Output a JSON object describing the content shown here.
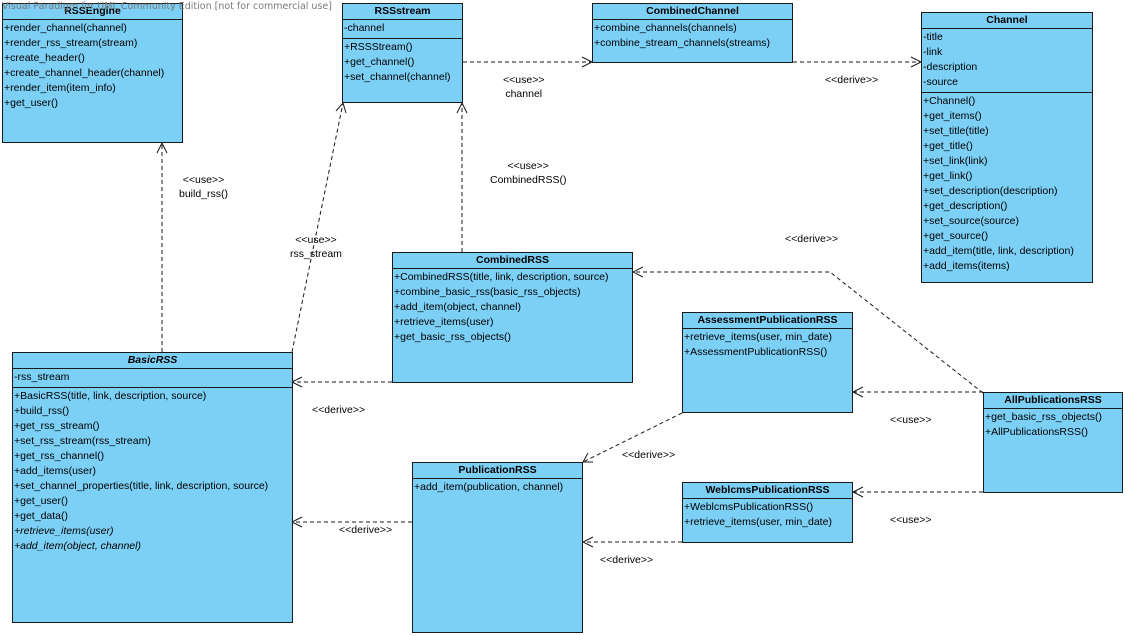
{
  "watermark": "Visual Paradigm for UML Community Edition [not for commercial use]",
  "classes": {
    "rssengine": {
      "name": "RSSEngine",
      "abstract": false,
      "attributes": [],
      "operations": [
        "+render_channel(channel)",
        "+render_rss_stream(stream)",
        "+create_header()",
        "+create_channel_header(channel)",
        "+render_item(item_info)",
        "+get_user()"
      ]
    },
    "rssstream": {
      "name": "RSSstream",
      "abstract": false,
      "attributes": [
        "-channel"
      ],
      "operations": [
        "+RSSStream()",
        "+get_channel()",
        "+set_channel(channel)"
      ]
    },
    "combinedchannel": {
      "name": "CombinedChannel",
      "abstract": false,
      "attributes": [],
      "operations": [
        "+combine_channels(channels)",
        "+combine_stream_channels(streams)"
      ]
    },
    "channel": {
      "name": "Channel",
      "abstract": false,
      "attributes": [
        "-title",
        "-link",
        "-description",
        "-source"
      ],
      "operations": [
        "+Channel()",
        "+get_items()",
        "+set_title(title)",
        "+get_title()",
        "+set_link(link)",
        "+get_link()",
        "+set_description(description)",
        "+get_description()",
        "+set_source(source)",
        "+get_source()",
        "+add_item(title, link, description)",
        "+add_items(items)"
      ]
    },
    "combinedrss": {
      "name": "CombinedRSS",
      "abstract": false,
      "attributes": [],
      "operations": [
        "+CombinedRSS(title, link, description, source)",
        "+combine_basic_rss(basic_rss_objects)",
        "+add_item(object, channel)",
        "+retrieve_items(user)",
        "+get_basic_rss_objects()"
      ]
    },
    "assessment": {
      "name": "AssessmentPublicationRSS",
      "abstract": false,
      "attributes": [],
      "operations": [
        "+retrieve_items(user, min_date)",
        "+AssessmentPublicationRSS()"
      ]
    },
    "allpublications": {
      "name": "AllPublicationsRSS",
      "abstract": false,
      "attributes": [],
      "operations": [
        "+get_basic_rss_objects()",
        "+AllPublicationsRSS()"
      ]
    },
    "basicrss": {
      "name": "BasicRSS",
      "abstract": true,
      "attributes": [
        "-rss_stream"
      ],
      "operations": [
        "+BasicRSS(title, link, description, source)",
        "+build_rss()",
        "+get_rss_stream()",
        "+set_rss_stream(rss_stream)",
        "+get_rss_channel()",
        "+add_items(user)",
        "+set_channel_properties(title, link, description, source)",
        "+get_user()",
        "+get_data()"
      ],
      "abstract_operations": [
        "+retrieve_items(user)",
        "+add_item(object, channel)"
      ]
    },
    "publicationrss": {
      "name": "PublicationRSS",
      "abstract": false,
      "attributes": [],
      "operations": [
        "+add_item(publication, channel)"
      ]
    },
    "weblcms": {
      "name": "WeblcmsPublicationRSS",
      "abstract": false,
      "attributes": [],
      "operations": [
        "+WeblcmsPublicationRSS()",
        "+retrieve_items(user, min_date)"
      ]
    }
  },
  "relations": [
    {
      "id": "rssstream-combinedchannel",
      "from": "RSSstream",
      "to": "CombinedChannel",
      "stereotype": "<<use>>",
      "label": "channel"
    },
    {
      "id": "combinedchannel-channel",
      "from": "CombinedChannel",
      "to": "Channel",
      "stereotype": "<<derive>>",
      "label": ""
    },
    {
      "id": "basicrss-rssengine",
      "from": "BasicRSS",
      "to": "RSSEngine",
      "stereotype": "<<use>>",
      "label": "build_rss()"
    },
    {
      "id": "basicrss-rssstream",
      "from": "BasicRSS",
      "to": "RSSstream",
      "stereotype": "<<use>>",
      "label": "rss_stream"
    },
    {
      "id": "combinedrss-rssstream",
      "from": "CombinedRSS",
      "to": "RSSstream",
      "stereotype": "<<use>>",
      "label": "CombinedRSS()"
    },
    {
      "id": "allpublications-combinedrss",
      "from": "AllPublicationsRSS",
      "to": "CombinedRSS",
      "stereotype": "<<derive>>",
      "label": ""
    },
    {
      "id": "combinedrss-basicrss",
      "from": "CombinedRSS",
      "to": "BasicRSS",
      "stereotype": "<<derive>>",
      "label": ""
    },
    {
      "id": "allpublications-assessment",
      "from": "AllPublicationsRSS",
      "to": "AssessmentPublicationRSS",
      "stereotype": "<<use>>",
      "label": ""
    },
    {
      "id": "assessment-publicationrss",
      "from": "AssessmentPublicationRSS",
      "to": "PublicationRSS",
      "stereotype": "<<derive>>",
      "label": ""
    },
    {
      "id": "allpublications-weblcms",
      "from": "AllPublicationsRSS",
      "to": "WeblcmsPublicationRSS",
      "stereotype": "<<use>>",
      "label": ""
    },
    {
      "id": "weblcms-publicationrss",
      "from": "WeblcmsPublicationRSS",
      "to": "PublicationRSS",
      "stereotype": "<<derive>>",
      "label": ""
    },
    {
      "id": "publicationrss-basicrss",
      "from": "PublicationRSS",
      "to": "BasicRSS",
      "stereotype": "<<derive>>",
      "label": ""
    }
  ]
}
